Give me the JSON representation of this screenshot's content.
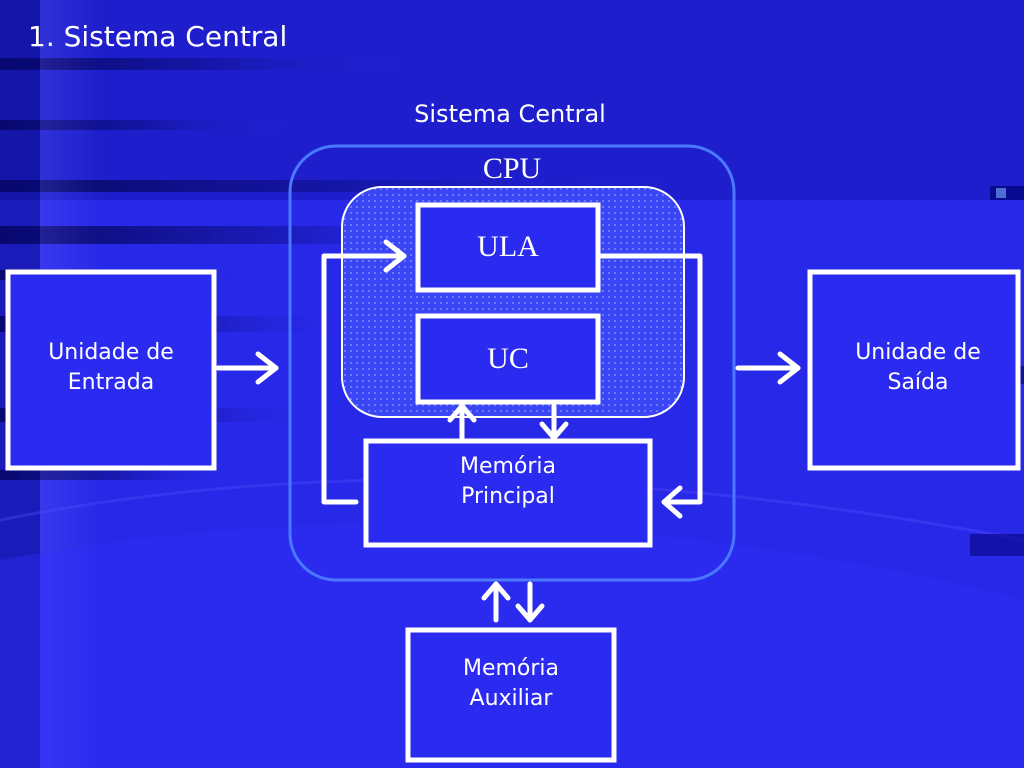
{
  "slide": {
    "title": "1. Sistema Central"
  },
  "diagram": {
    "system_label": "Sistema Central",
    "cpu_label": "CPU",
    "ula_label": "ULA",
    "uc_label": "UC",
    "memoria_principal": {
      "line1": "Memória",
      "line2": "Principal"
    },
    "unidade_entrada": {
      "line1": "Unidade de",
      "line2": "Entrada"
    },
    "unidade_saida": {
      "line1": "Unidade de",
      "line2": "Saída"
    },
    "memoria_auxiliar": {
      "line1": "Memória",
      "line2": "Auxiliar"
    }
  },
  "colors": {
    "background": "#2a2af0",
    "cpu_fill": "#3a46f5",
    "stroke": "#ffffff",
    "system_border": "#4a78ff"
  }
}
